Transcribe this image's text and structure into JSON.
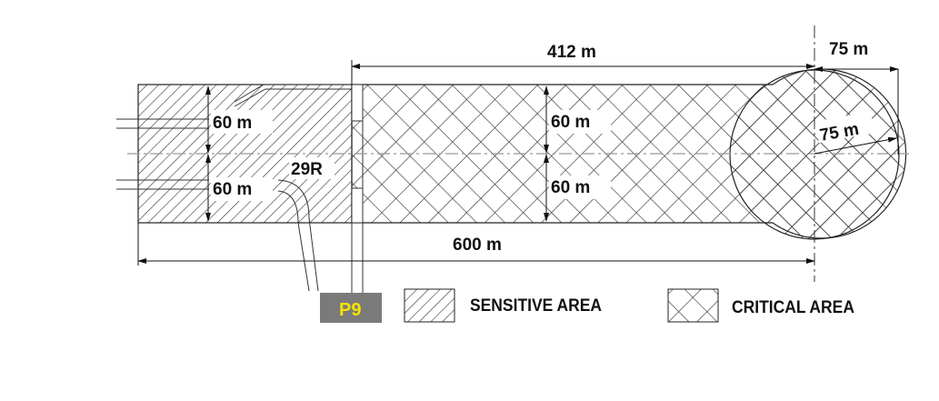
{
  "diagram": {
    "dimensions": {
      "top_length": "412 m",
      "radius_top": "75 m",
      "radius_inner": "75 m",
      "half_width_left_upper": "60 m",
      "half_width_left_lower": "60 m",
      "half_width_mid_upper": "60 m",
      "half_width_mid_lower": "60 m",
      "total_length": "600 m"
    },
    "runway_label": "29R",
    "position_label": "P9",
    "legend": {
      "sensitive": "SENSITIVE AREA",
      "critical": "CRITICAL AREA"
    },
    "colors": {
      "p9_box": "#7a7a7a",
      "p9_text": "#f5e400",
      "line": "#222222"
    }
  }
}
